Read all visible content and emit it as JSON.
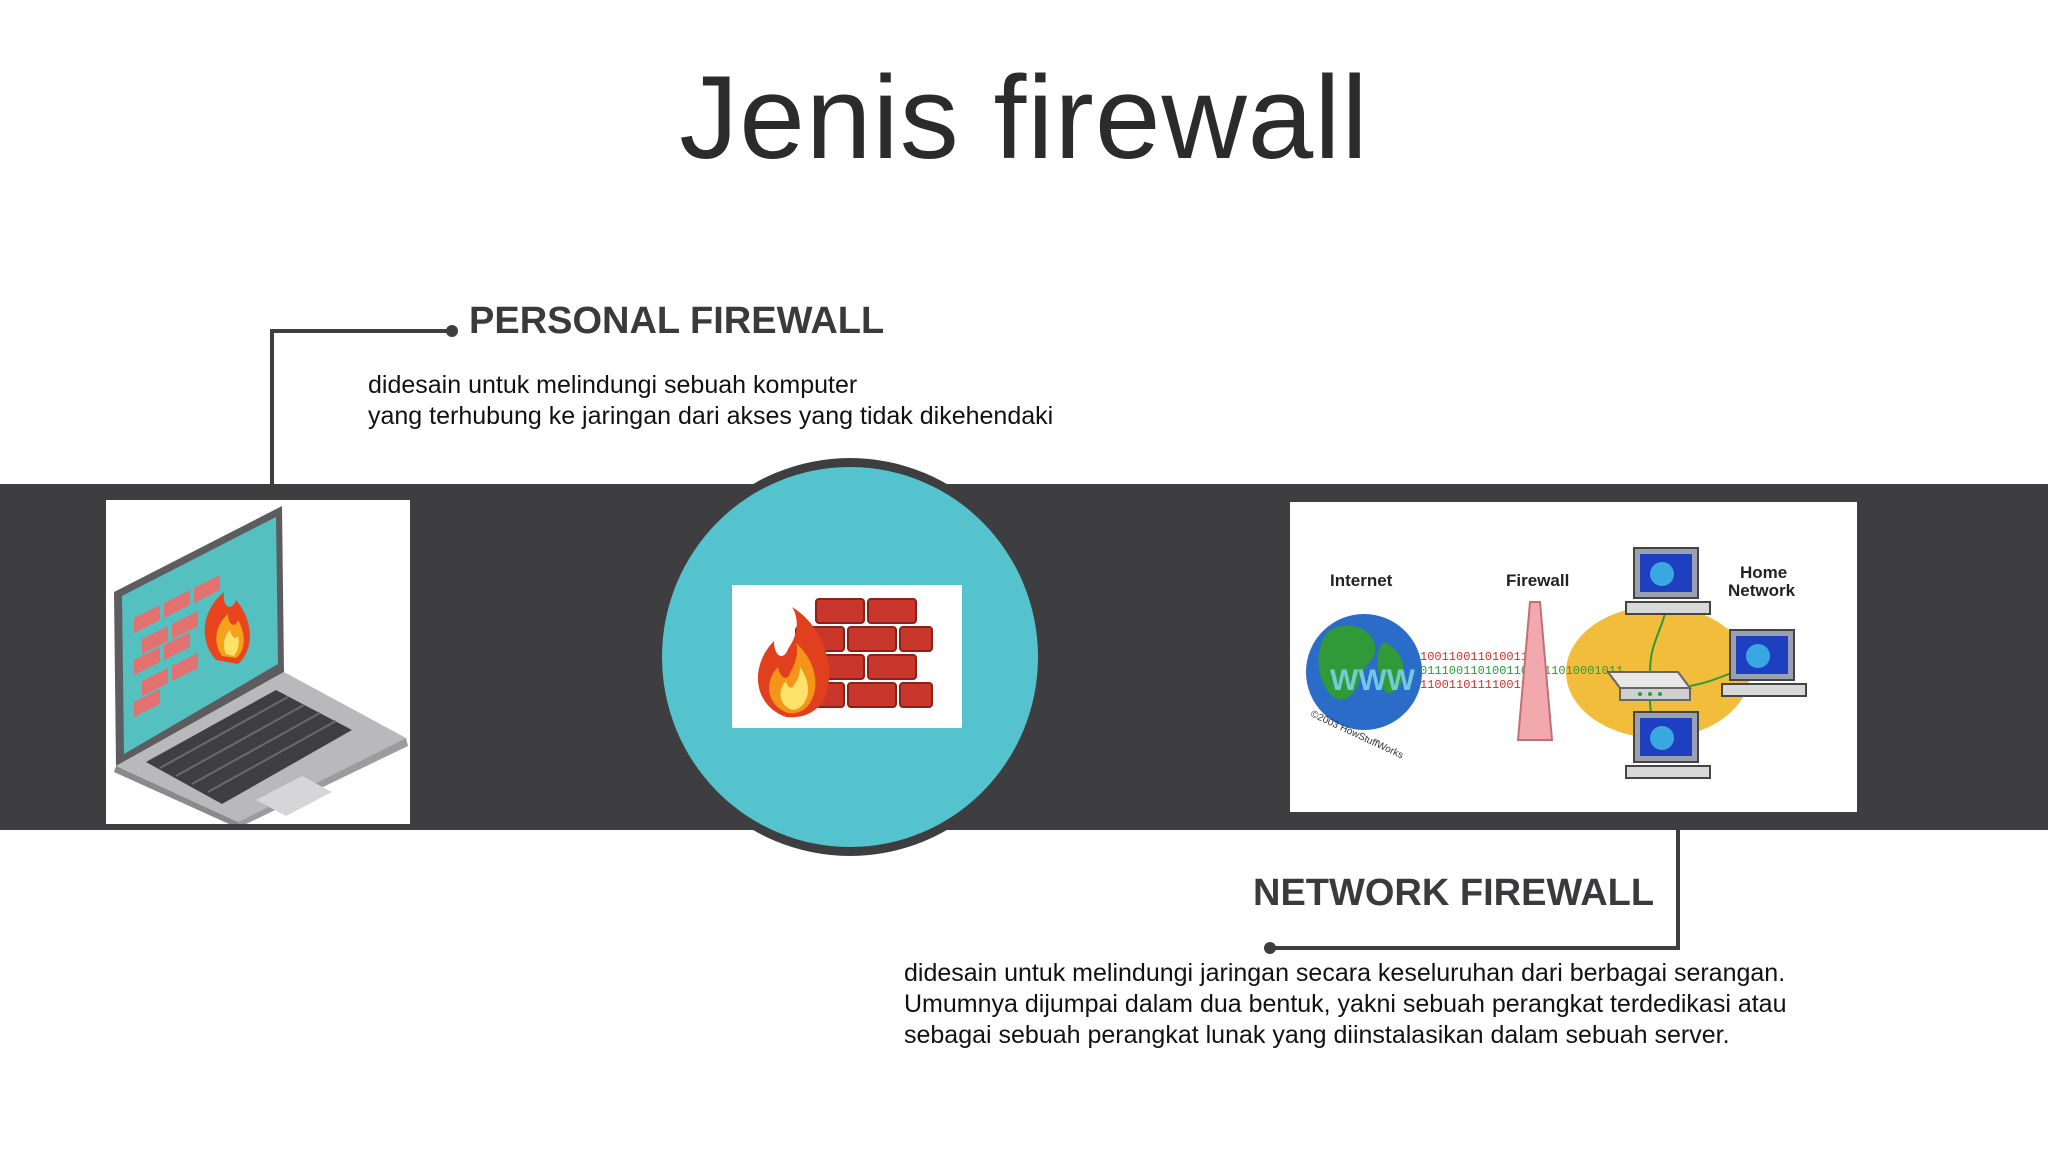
{
  "title": "Jenis firewall",
  "personal": {
    "heading": "PERSONAL FIREWALL",
    "desc_lines": [
      "didesain untuk melindungi sebuah komputer",
      "yang terhubung ke jaringan dari akses yang tidak dikehendaki"
    ]
  },
  "network": {
    "heading": "NETWORK FIREWALL",
    "desc_lines": [
      "didesain untuk melindungi jaringan secara keseluruhan dari berbagai serangan.",
      "Umumnya dijumpai dalam dua bentuk, yakni sebuah perangkat terdedikasi atau",
      "sebagai sebuah perangkat lunak yang diinstalasikan dalam sebuah server."
    ]
  },
  "network_diagram": {
    "internet_label": "Internet",
    "firewall_label": "Firewall",
    "home_label_1": "Home",
    "home_label_2": "Network",
    "www_label": "WWW",
    "copyright": "©2003 HowStuffWorks",
    "bits_red": "100110011010011",
    "bits_green": "0111001101001101",
    "bits_red_2": "110011011110011",
    "bits_right": "11010001011"
  },
  "colors": {
    "band": "#3e3e40",
    "circle": "#55c3ce",
    "heading": "#3a3a3c"
  }
}
